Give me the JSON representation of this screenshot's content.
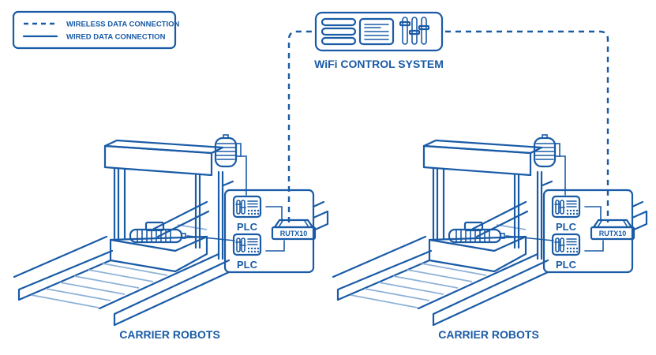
{
  "colors": {
    "primary": "#1a5ba6",
    "light": "#8fb2d9",
    "background": "#ffffff"
  },
  "legend": {
    "items": [
      {
        "style": "dashed",
        "label": "WIRELESS DATA CONNECTION"
      },
      {
        "style": "solid",
        "label": "WIRED DATA CONNECTION"
      }
    ]
  },
  "control_system": {
    "label": "WiFi CONTROL SYSTEM",
    "icons": [
      "server-stack-icon",
      "document-panel-icon",
      "sliders-icon"
    ]
  },
  "scenes": [
    {
      "label": "CARRIER ROBOTS",
      "plc_labels": [
        "PLC",
        "PLC"
      ],
      "router_label": "RUTX10"
    },
    {
      "label": "CARRIER ROBOTS",
      "plc_labels": [
        "PLC",
        "PLC"
      ],
      "router_label": "RUTX10"
    }
  ]
}
